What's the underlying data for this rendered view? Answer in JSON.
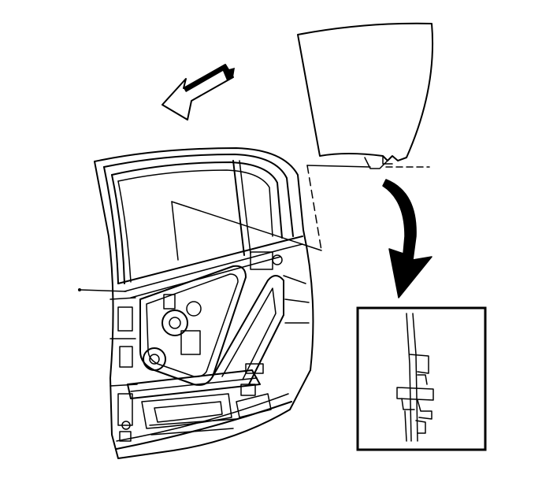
{
  "diagram": {
    "ink_color": "#000000",
    "paper_color": "#ffffff",
    "parts": [
      {
        "id": "direction-arrow",
        "kind": "arrow"
      },
      {
        "id": "window-glass",
        "kind": "panel"
      },
      {
        "id": "door-frame",
        "kind": "assembly"
      },
      {
        "id": "window-regulator",
        "kind": "mechanism"
      },
      {
        "id": "detail-callout-arrow",
        "kind": "arrow"
      },
      {
        "id": "detail-inset",
        "kind": "inset"
      }
    ]
  }
}
